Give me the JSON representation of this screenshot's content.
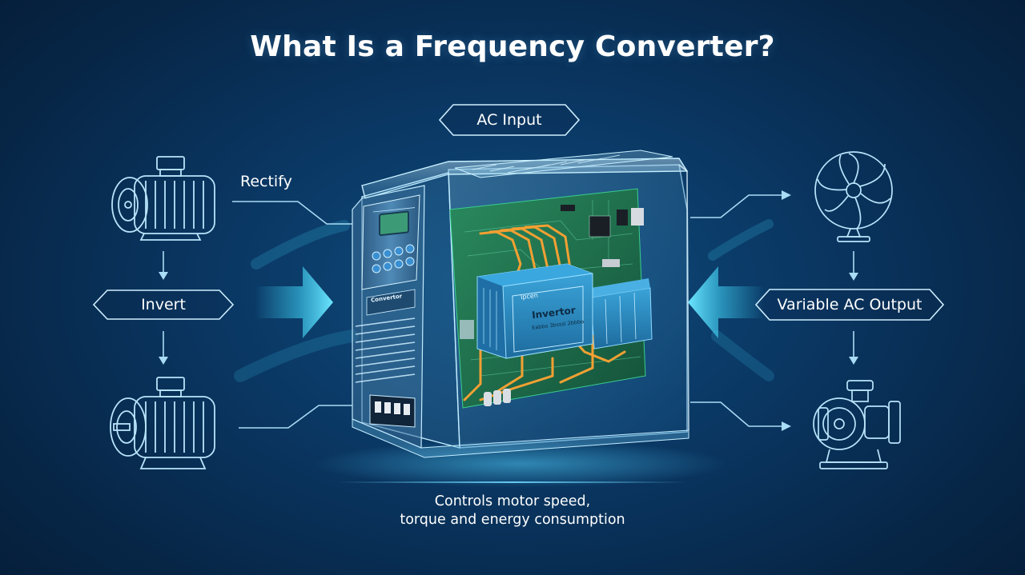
{
  "title": "What Is a Frequency Converter?",
  "labels": {
    "ac_input": "AC Input",
    "rectify": "Rectify",
    "invert": "Invert",
    "variable_ac_output": "Variable AC Output"
  },
  "device": {
    "module_label": "Invertor",
    "module_sublabel": "Eabbo 3bsssl 2bbbo",
    "module_tag": "Ipcen",
    "nameplate": "Convertor"
  },
  "caption": {
    "line1": "Controls motor speed,",
    "line2": "torque and energy consumption"
  },
  "icons": [
    "motor-icon",
    "fan-icon",
    "pump-icon",
    "arrow-down-icon",
    "arrow-right-icon",
    "chevron-arrow-icon"
  ],
  "colors": {
    "background": "#0a3763",
    "accent_cyan": "#3fd2f5",
    "line_light_blue": "#a9dcf5",
    "wire_orange": "#f2a033",
    "pcb_green": "#1f6b4c",
    "module_blue": "#2b8fc6"
  }
}
